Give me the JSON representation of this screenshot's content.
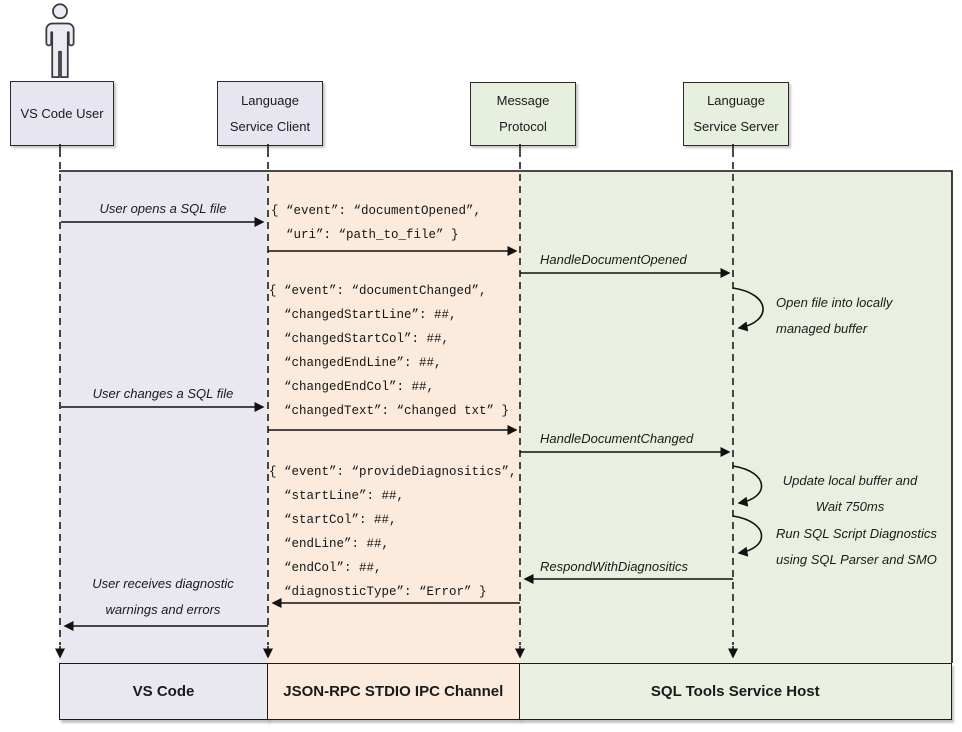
{
  "header_boxes": [
    {
      "lines": [
        "VS Code User"
      ]
    },
    {
      "lines": [
        "Language",
        "Service Client"
      ]
    },
    {
      "lines": [
        "Message",
        "Protocol"
      ]
    },
    {
      "lines": [
        "Language",
        "Service Server"
      ]
    }
  ],
  "footer_boxes": [
    {
      "label": "VS Code"
    },
    {
      "label": "JSON-RPC STDIO IPC Channel"
    },
    {
      "label": "SQL Tools Service Host"
    }
  ],
  "lanes": [
    {
      "name": "vscode-lane",
      "color": "#e9e7f0"
    },
    {
      "name": "ipc-lane",
      "color": "#fcebdc"
    },
    {
      "name": "service-host-lane",
      "color": "#e9f0e1"
    }
  ],
  "labels": {
    "user_opens": "User opens a SQL file",
    "user_changes": "User changes a SQL file",
    "user_receives": [
      "User receives diagnostic",
      "warnings and errors"
    ],
    "handle_opened": "HandleDocumentOpened",
    "handle_changed": "HandleDocumentChanged",
    "respond": "RespondWithDiagnositics",
    "loop_open": [
      "Open file into locally",
      "managed buffer"
    ],
    "loop_update": [
      "Update local buffer and",
      "Wait 750ms"
    ],
    "loop_run": [
      "Run SQL Script Diagnostics",
      "using SQL Parser and SMO"
    ]
  },
  "payloads": {
    "document_opened": "{ “event”: “documentOpened”,\n  “uri”: “path_to_file” }",
    "document_changed": "{ “event”: “documentChanged”,\n  “changedStartLine”: ##,\n  “changedStartCol”: ##,\n  “changedEndLine”: ##,\n  “changedEndCol”: ##,\n  “changedText”: “changed txt” }",
    "provide_diagnostics": "{ “event”: “provideDiagnositics”,\n  “startLine”: ##,\n  “startCol”: ##,\n  “endLine”: ##,\n  “endCol”: ##,\n  “diagnosticType”: “Error” }"
  },
  "icons": {
    "actor": "person-icon"
  }
}
